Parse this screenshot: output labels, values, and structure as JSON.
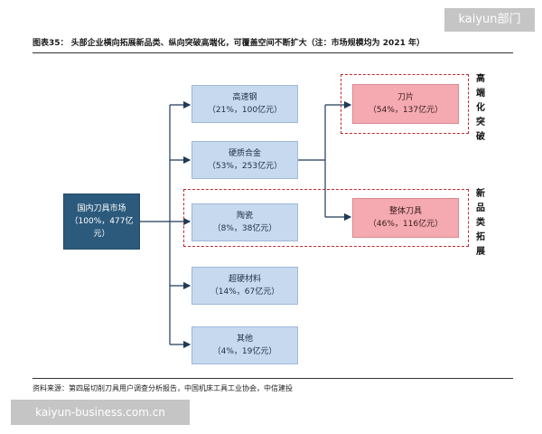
{
  "watermarks": {
    "top": "kaiyun部门",
    "bottom": "kaiyun-business.com.cn"
  },
  "title": "图表35： 头部企业横向拓展新品类、纵向突破高端化，可覆盖空间不断扩大（注：市场规模均为 2021 年）",
  "source": "资料来源：第四届切削刀具用户调查分析报告，中国机床工具工业协会，中信建投",
  "root": {
    "label": "国内刀具市场",
    "value": "（100%，477亿元）"
  },
  "categories": [
    {
      "label": "高速钢",
      "value": "（21%，100亿元）"
    },
    {
      "label": "硬质合金",
      "value": "（53%，253亿元）"
    },
    {
      "label": "陶瓷",
      "value": "（8%，38亿元）"
    },
    {
      "label": "超硬材料",
      "value": "（14%，67亿元）"
    },
    {
      "label": "其他",
      "value": "（4%，19亿元）"
    }
  ],
  "targets": [
    {
      "label": "刀片",
      "value": "（54%，137亿元）"
    },
    {
      "label": "整体刀具",
      "value": "（46%，116亿元）"
    }
  ],
  "groups": {
    "high_end": "高端化突破",
    "new_category": "新品类拓展"
  },
  "colors": {
    "root": "#2c5a7c",
    "category": "#c6d9ef",
    "target": "#f4aab0",
    "dash": "#c0282e"
  }
}
